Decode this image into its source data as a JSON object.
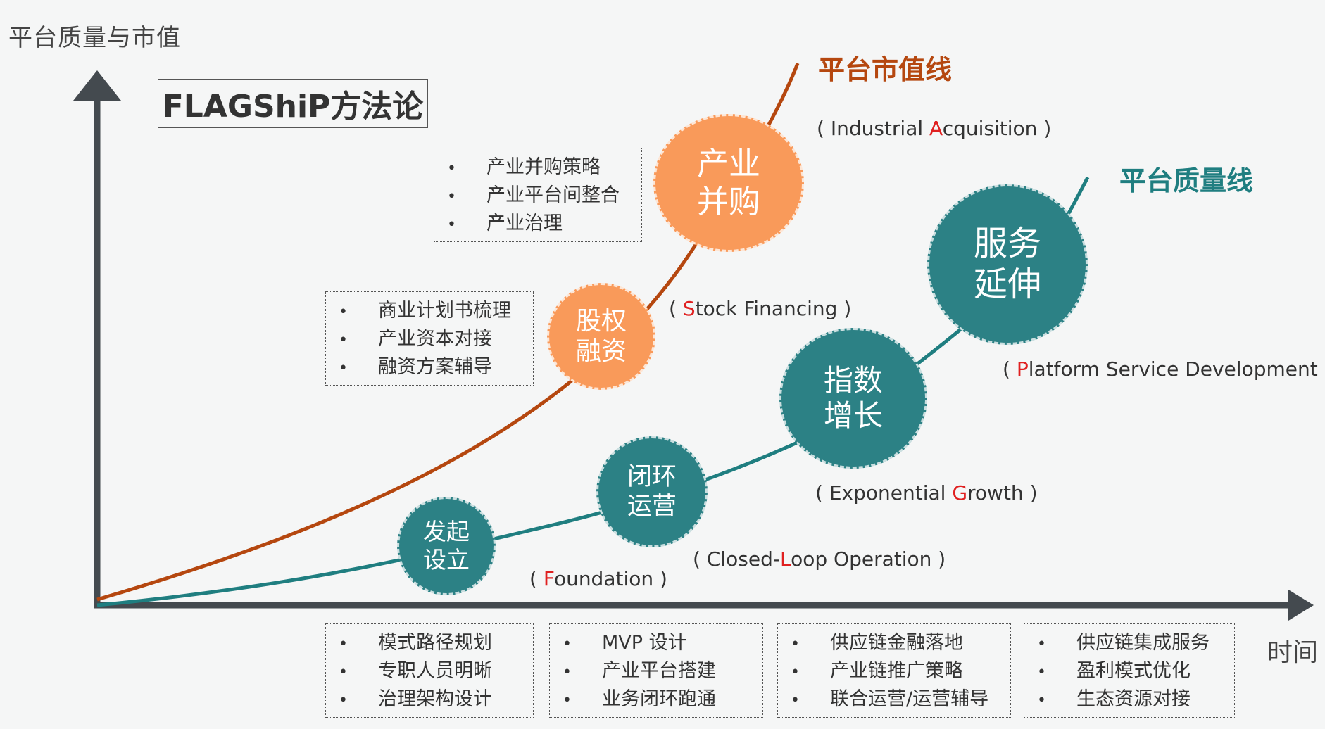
{
  "axis": {
    "y_title": "平台质量与市值",
    "x_title": "时间"
  },
  "method_title": "FLAGShiP方法论",
  "curves": {
    "value_line": "平台市值线",
    "quality_line": "平台质量线"
  },
  "colors": {
    "value_curve": "#b5470f",
    "quality_curve": "#1f7e80",
    "orange_bubble": "#f99a5a",
    "teal_bubble": "#2c8185",
    "letter_highlight": "#e02020"
  },
  "stages": [
    {
      "line1": "发起",
      "line2": "设立",
      "en_pre": "( ",
      "en_hl": "F",
      "en_post": "oundation )"
    },
    {
      "line1": "闭环",
      "line2": "运营",
      "en_pre": "( Closed-",
      "en_hl": "L",
      "en_post": "oop Operation )"
    },
    {
      "line1": "指数",
      "line2": "增长",
      "en_pre": "( Exponential ",
      "en_hl": "G",
      "en_post": "rowth )"
    },
    {
      "line1": "服务",
      "line2": "延伸",
      "en_pre": "( ",
      "en_hl": "P",
      "en_post": "latform Service Development )"
    },
    {
      "line1": "股权",
      "line2": "融资",
      "en_pre": "( ",
      "en_hl": "S",
      "en_post": "tock Financing )"
    },
    {
      "line1": "产业",
      "line2": "并购",
      "en_pre": "( Industrial ",
      "en_hl": "A",
      "en_post": "cquisition )"
    }
  ],
  "task_boxes": {
    "acquisition": [
      "产业并购策略",
      "产业平台间整合",
      "产业治理"
    ],
    "financing": [
      "商业计划书梳理",
      "产业资本对接",
      "融资方案辅导"
    ],
    "foundation": [
      "模式路径规划",
      "专职人员明晰",
      "治理架构设计"
    ],
    "operation": [
      "MVP 设计",
      "产业平台搭建",
      "业务闭环跑通"
    ],
    "growth": [
      "供应链金融落地",
      "产业链推广策略",
      "联合运营/运营辅导"
    ],
    "service": [
      "供应链集成服务",
      "盈利模式优化",
      "生态资源对接"
    ]
  },
  "bullet": "•"
}
